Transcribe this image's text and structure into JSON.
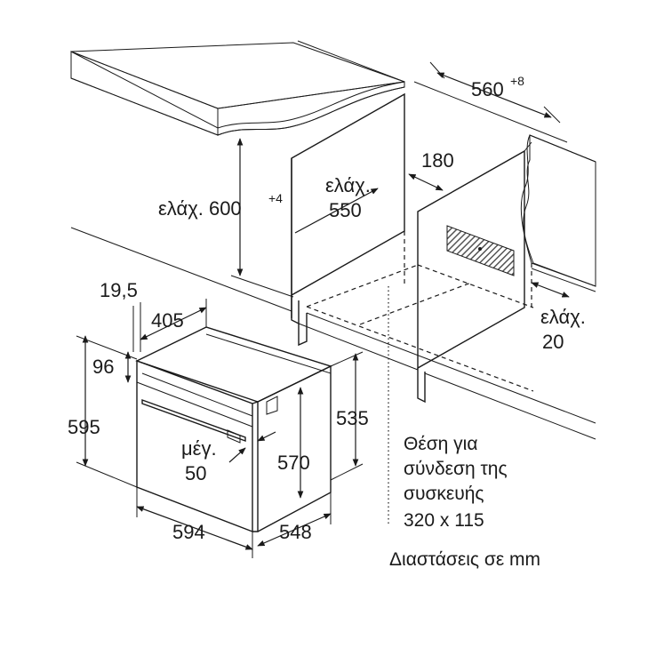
{
  "labels": {
    "worktop_width": "560",
    "worktop_width_tol": "+8",
    "min_height_prefix": "ελάχ. 600",
    "min_height_tol": "+4",
    "min_depth_line1": "ελάχ.",
    "min_depth_line2": "550",
    "vent_180": "180",
    "min_20_line1": "ελάχ.",
    "min_20_line2": "20",
    "offset_19_5": "19,5",
    "dim_405": "405",
    "dim_96": "96",
    "dim_595": "595",
    "dim_535": "535",
    "dim_570": "570",
    "max_50_line1": "μέγ.",
    "max_50_line2": "50",
    "dim_594": "594",
    "dim_548": "548"
  },
  "notes": {
    "connection_line1": "Θέση για",
    "connection_line2": "σύνδεση της",
    "connection_line3": "συσκευής",
    "connection_line4": "320 x 115",
    "units": "Διαστάσεις σε mm"
  },
  "colors": {
    "worktop_fill": "#dcdcdc",
    "vent_hatch": "#555555",
    "line": "#1a1a1a"
  }
}
